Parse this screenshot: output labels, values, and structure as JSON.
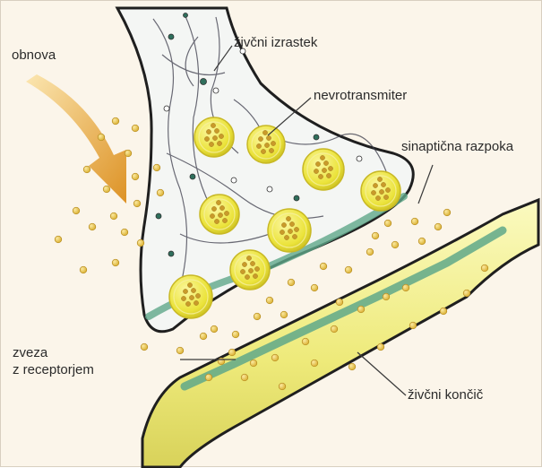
{
  "labels": {
    "renewal": "obnova",
    "nerve_process": "živčni izrastek",
    "neurotransmitter": "nevrotransmiter",
    "synaptic_cleft": "sinaptična razpoka",
    "receptor_binding_line1": "zveza",
    "receptor_binding_line2": "z receptorjem",
    "nerve_ending": "živčni končič"
  },
  "colors": {
    "background": "#fbf5ea",
    "terminal_fill": "#f4f6f4",
    "terminal_outline": "#1f1f1f",
    "membrane_green": "#5fa88a",
    "vesicle": "#e6e23a",
    "molecule": "#e7c64a",
    "dendrite_fill": "#f1ef8c",
    "arrow": "#e3a43a"
  },
  "icons": {
    "renewal_arrow": "curved-arrow",
    "vesicle": "synaptic-vesicle",
    "molecule": "neurotransmitter-molecule"
  }
}
